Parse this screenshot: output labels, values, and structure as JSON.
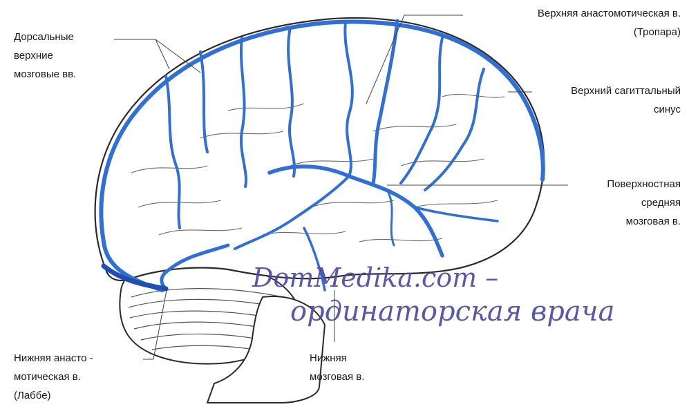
{
  "labels": {
    "dorsal": [
      "Дорсальные",
      "верхние",
      "мозговые вв."
    ],
    "trolard": [
      "Верхняя анастомотическая в.",
      "(Тропара)"
    ],
    "sagittal": [
      "Верхний сагиттальный",
      "синус"
    ],
    "superficial_middle": [
      "Поверхностная",
      "средняя",
      "мозговая в."
    ],
    "labbe": [
      "Нижняя анасто -",
      "мотическая в.",
      "(Лаббе)"
    ],
    "inferior": [
      "Нижняя",
      "мозговая в."
    ]
  },
  "watermark": {
    "line1": "DomMedika.com –",
    "line2": "ординаторская врача"
  },
  "colors": {
    "vein": "#2f6fd6",
    "vein_dark": "#1f4fb0",
    "outline": "#2a2a2a",
    "watermark": "#4b4aa6"
  }
}
